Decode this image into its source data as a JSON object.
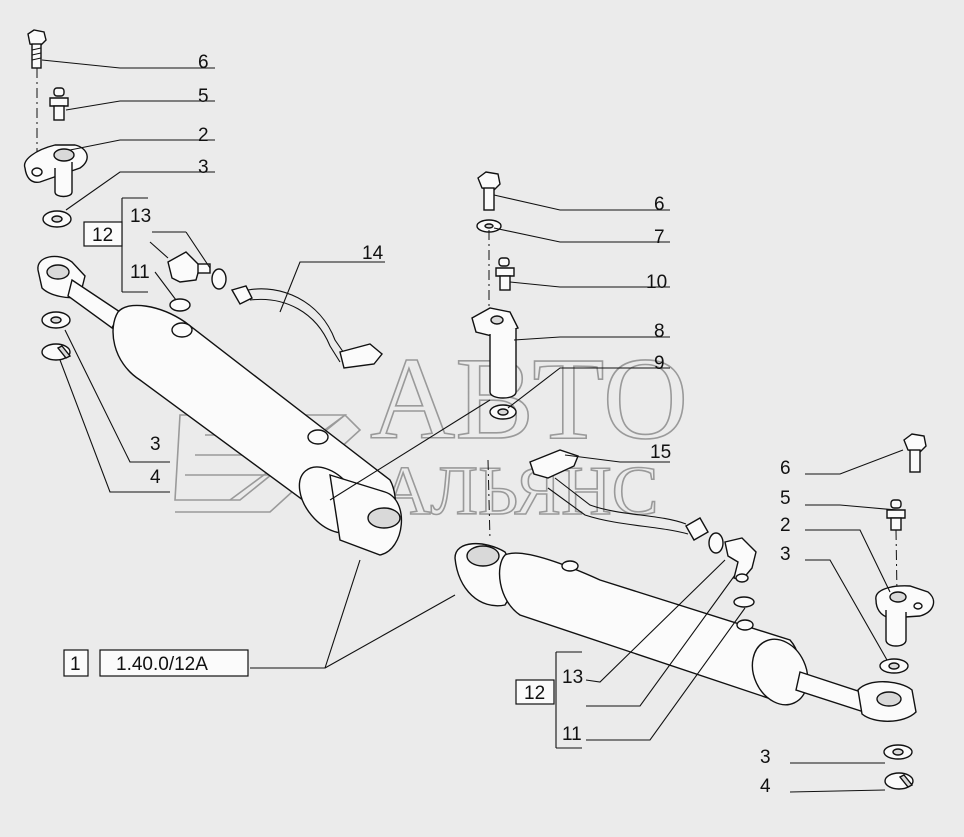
{
  "left_group": {
    "labels": [
      "6",
      "5",
      "2",
      "3",
      "13",
      "12",
      "11",
      "14",
      "3",
      "4"
    ]
  },
  "mid_group": {
    "labels": [
      "6",
      "7",
      "10",
      "8",
      "9",
      "15"
    ]
  },
  "right_group": {
    "labels": [
      "6",
      "5",
      "2",
      "3",
      "13",
      "12",
      "11",
      "3",
      "4"
    ]
  },
  "reference": {
    "number": "1",
    "code": "1.40.0/12A"
  },
  "watermark": {
    "line1": "АВТО",
    "line2": "АЛЬЯНС"
  }
}
